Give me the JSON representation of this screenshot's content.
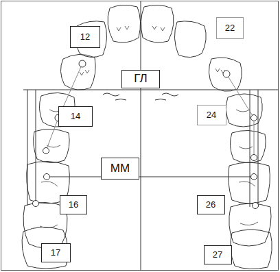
{
  "diagram": {
    "nodes": [
      {
        "text": [
          "12"
        ]
      },
      {
        "text": [
          "22"
        ]
      },
      {
        "text": [
          "ГЛ"
        ]
      },
      {
        "text": [
          "14"
        ]
      },
      {
        "text": [
          "24"
        ]
      },
      {
        "text": [
          "ММ"
        ]
      },
      {
        "text": [
          "16"
        ]
      },
      {
        "text": [
          "26"
        ]
      },
      {
        "text": [
          "17"
        ]
      },
      {
        "text": [
          "27"
        ]
      }
    ]
  }
}
